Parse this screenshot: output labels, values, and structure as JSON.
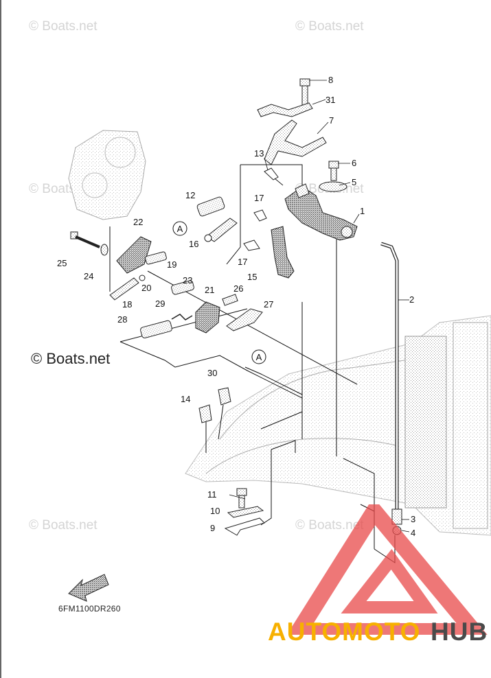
{
  "watermarks": {
    "main": "© Boats.net",
    "faint": "© Boats.net"
  },
  "callouts": [
    "8",
    "31",
    "7",
    "13",
    "6",
    "5",
    "17",
    "12",
    "1",
    "22",
    "16",
    "17",
    "25",
    "24",
    "19",
    "15",
    "2",
    "23",
    "26",
    "20",
    "21",
    "18",
    "29",
    "27",
    "28",
    "30",
    "14",
    "11",
    "10",
    "9",
    "3",
    "4"
  ],
  "ref_marks": [
    "A",
    "A"
  ],
  "diagram_code": "6FM1100DR260",
  "brand": {
    "part1": "AUTOMOTO",
    "part2": "HUB",
    "color1": "#f7b000",
    "color2": "#4a4a4a",
    "logo_color": "#e84a4a"
  },
  "colors": {
    "line": "#111111",
    "hatch": "#8a8a8a"
  }
}
